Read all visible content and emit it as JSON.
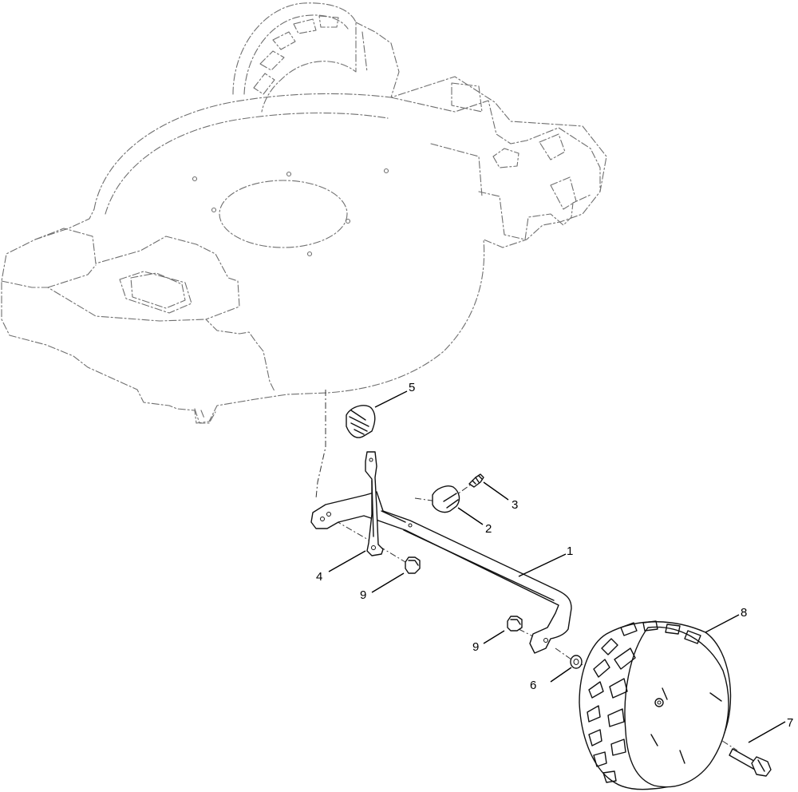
{
  "diagram": {
    "callouts": [
      {
        "id": "c1",
        "label": "1"
      },
      {
        "id": "c2",
        "label": "2"
      },
      {
        "id": "c3",
        "label": "3"
      },
      {
        "id": "c4",
        "label": "4"
      },
      {
        "id": "c5",
        "label": "5"
      },
      {
        "id": "c6",
        "label": "6"
      },
      {
        "id": "c7",
        "label": "7"
      },
      {
        "id": "c8",
        "label": "8"
      },
      {
        "id": "c9a",
        "label": "9"
      },
      {
        "id": "c9b",
        "label": "9"
      }
    ]
  }
}
